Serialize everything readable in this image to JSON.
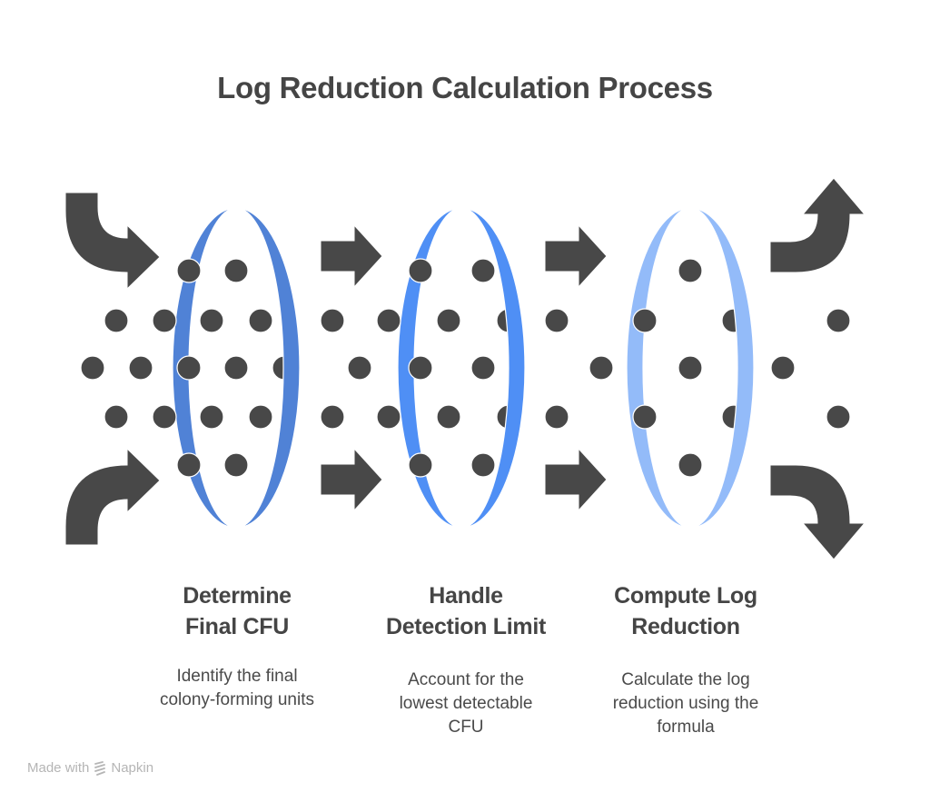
{
  "title": "Log Reduction Calculation Process",
  "steps": [
    {
      "title": "Determine Final CFU",
      "title_lines": [
        "Determine",
        "Final CFU"
      ],
      "description_lines": [
        "Identify the final",
        "colony-forming units"
      ],
      "ring_color": "#5082d6"
    },
    {
      "title": "Handle Detection Limit",
      "title_lines": [
        "Handle",
        "Detection Limit"
      ],
      "description_lines": [
        "Account for the",
        "lowest detectable",
        "CFU"
      ],
      "ring_color": "#4f8ff5"
    },
    {
      "title": "Compute Log Reduction",
      "title_lines": [
        "Compute Log",
        "Reduction"
      ],
      "description_lines": [
        "Calculate the log",
        "reduction using the",
        "formula"
      ],
      "ring_color": "#93bbf9"
    }
  ],
  "colors": {
    "particle": "#484848",
    "arrow": "#484848",
    "text": "#454545"
  },
  "icons": {
    "inflow_top": "curved-arrow-down-right-icon",
    "inflow_bottom": "curved-arrow-up-right-icon",
    "straight": "arrow-right-icon",
    "outflow_top": "curved-arrow-up-icon",
    "outflow_bottom": "curved-arrow-down-icon"
  },
  "footer": {
    "made_with": "Made with",
    "brand": "Napkin"
  }
}
